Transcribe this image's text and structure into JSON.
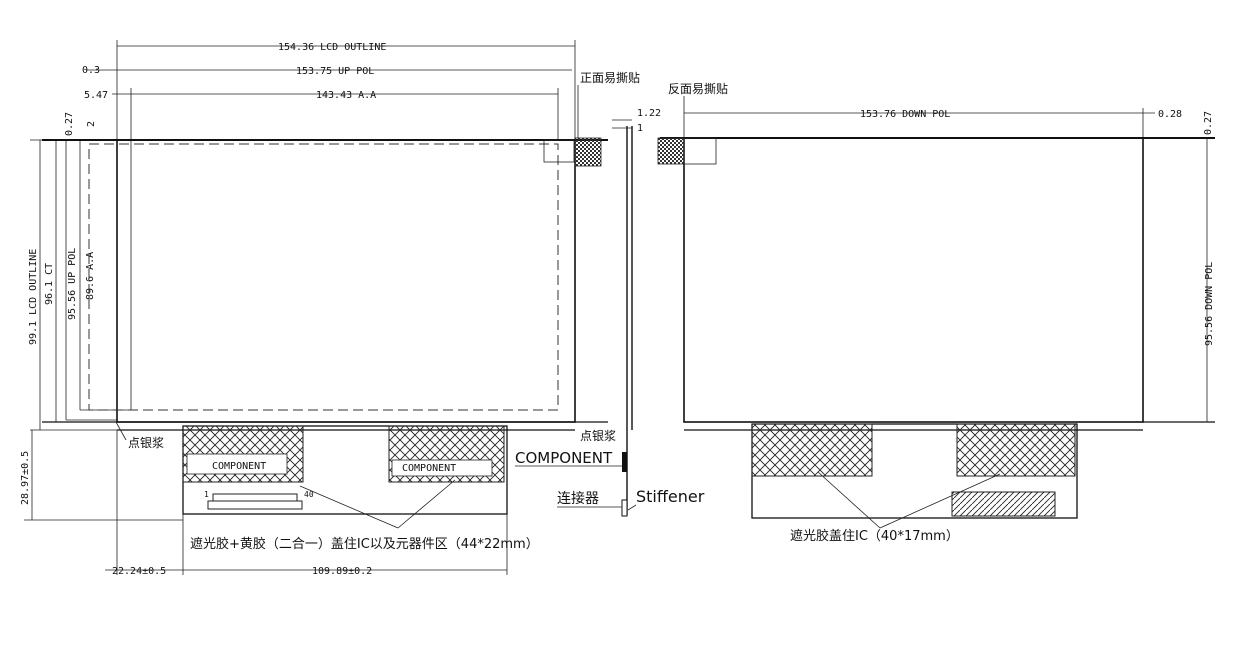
{
  "front": {
    "lcd_outline_w": "154.36 LCD OUTLINE",
    "offset_03": "0.3",
    "up_pol_w": "153.75 UP POL",
    "offset_547": "5.47",
    "aa_w": "143.43 A.A",
    "offset_027": "0.27",
    "offset_2": "2",
    "lcd_outline_h": "99.1 LCD OUTLINE",
    "ct_h": "96.1 CT",
    "up_pol_h": "95.56 UP POL",
    "aa_h": "89.6 A.A",
    "fpc_h": "28.97±0.5",
    "fpc_offset": "22.24±0.5",
    "fpc_width": "109.89±0.2",
    "label_front_tape": "正面易撕贴",
    "label_silver_left": "点银浆",
    "label_silver_right": "点银浆",
    "component_box": "COMPONENT",
    "component_box_2": "COMPONENT",
    "pin_1": "1",
    "pin_40": "40",
    "cover_note": "遮光胶+黄胶（二合一）盖住IC以及元器件区（44*22mm）"
  },
  "side": {
    "dim_122": "1.22",
    "dim_1": "1",
    "component": "COMPONENT",
    "connector": "连接器",
    "stiffener": "Stiffener"
  },
  "back": {
    "label_back_tape": "反面易撕贴",
    "down_pol_w": "153.76 DOWN POL",
    "offset_028": "0.28",
    "offset_027": "0.27",
    "down_pol_h": "95.56 DOWN POL",
    "cover_note": "遮光胶盖住IC（40*17mm）"
  }
}
